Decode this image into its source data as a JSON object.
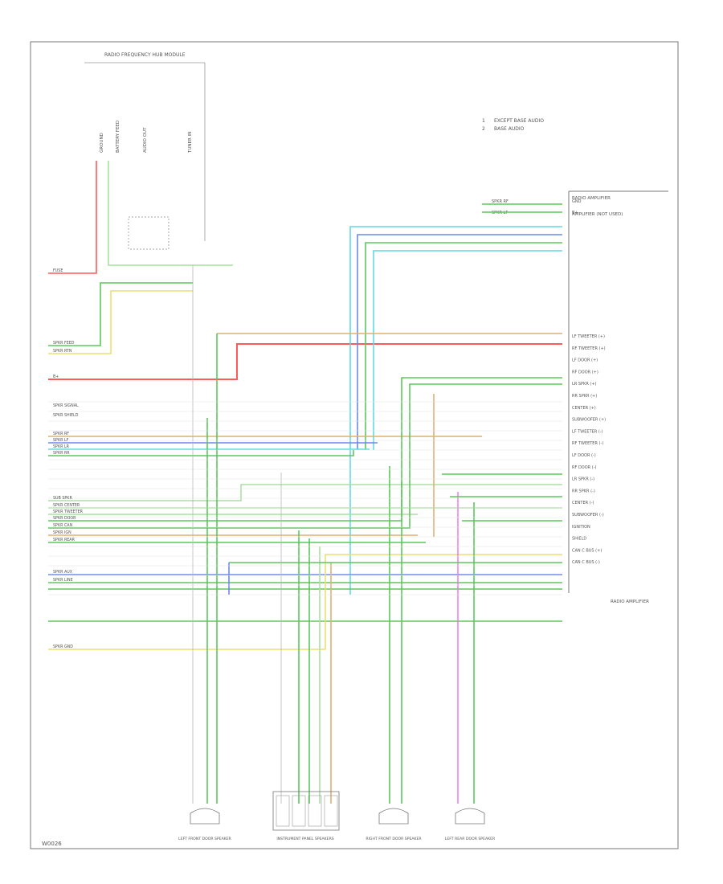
{
  "frame": {
    "footer_code": "W0026",
    "legend": [
      {
        "key": "1",
        "text": "EXCEPT BASE AUDIO"
      },
      {
        "key": "2",
        "text": "BASE AUDIO"
      }
    ]
  },
  "colors": {
    "red": "#ff5a5a",
    "green": "#5cc85c",
    "lightgreen": "#a8e0a0",
    "yellow": "#e8e070",
    "blue": "#6a8ae8",
    "cyan": "#60d8e8",
    "tan": "#e0b070",
    "pink": "#f070e8",
    "gray": "#b8b8b8",
    "frame": "#777777"
  },
  "top_components": {
    "header": "RADIO FREQUENCY HUB MODULE",
    "labels": [
      "GROUND",
      "BATTERY FEED",
      "AUDIO OUT",
      "TUNER IN"
    ]
  },
  "amplifier": {
    "name": "RADIO AMPLIFIER",
    "sub": "AMPLIFIER (NOT USED)",
    "top_pins": [
      {
        "label": "GND",
        "left": "SPKR RF"
      },
      {
        "label": "B+",
        "left": "SPKR LF"
      }
    ],
    "pins": [
      "LF TWEETER (+)",
      "RF TWEETER (+)",
      "LF DOOR (+)",
      "RF DOOR (+)",
      "LR SPKR (+)",
      "RR SPKR (+)",
      "CENTER (+)",
      "SUBWOOFER (+)",
      "LF TWEETER (-)",
      "RF TWEETER (-)",
      "LF DOOR (-)",
      "RF DOOR (-)",
      "LR SPKR (-)",
      "RR SPKR (-)",
      "CENTER (-)",
      "SUBWOOFER (-)",
      "IGNITION",
      "SHIELD",
      "CAN C BUS (+)",
      "CAN C BUS (-)"
    ],
    "bottom_label": "RADIO AMPLIFIER"
  },
  "left_labels": [
    {
      "text": "FUSE",
      "color": "red"
    },
    {
      "text": "SPKR FEED",
      "color": "green"
    },
    {
      "text": "SPKR RTN",
      "color": "yellow"
    },
    {
      "text": "B+",
      "color": "red"
    },
    {
      "text": "SPKR SIGNAL",
      "color": "gray"
    },
    {
      "text": "SPKR SHIELD",
      "color": "gray"
    },
    {
      "text": "SPKR RF",
      "color": "tan"
    },
    {
      "text": "SPKR LF",
      "color": "blue"
    },
    {
      "text": "SPKR LR",
      "color": "cyan"
    },
    {
      "text": "SPKR RR",
      "color": "green"
    },
    {
      "text": "SUB SPKR",
      "color": "lightgreen"
    },
    {
      "text": "SPKR CENTER",
      "color": "lightgreen"
    },
    {
      "text": "SPKR TWEETER",
      "color": "lightgreen"
    },
    {
      "text": "SPKR DOOR",
      "color": "yellow"
    },
    {
      "text": "SPKR CAN",
      "color": "green"
    },
    {
      "text": "SPKR IGN",
      "color": "tan"
    },
    {
      "text": "SPKR REAR",
      "color": "blue"
    },
    {
      "text": "SPKR AUX",
      "color": "green"
    },
    {
      "text": "SPKR LINE",
      "color": "green"
    },
    {
      "text": "SPKR GND",
      "color": "yellow"
    }
  ],
  "bottom_components": [
    {
      "label": "LEFT FRONT DOOR SPEAKER"
    },
    {
      "label": "INSTRUMENT PANEL SPEAKERS"
    },
    {
      "label": "RIGHT FRONT DOOR SPEAKER"
    },
    {
      "label": "LEFT REAR DOOR SPEAKER"
    }
  ]
}
